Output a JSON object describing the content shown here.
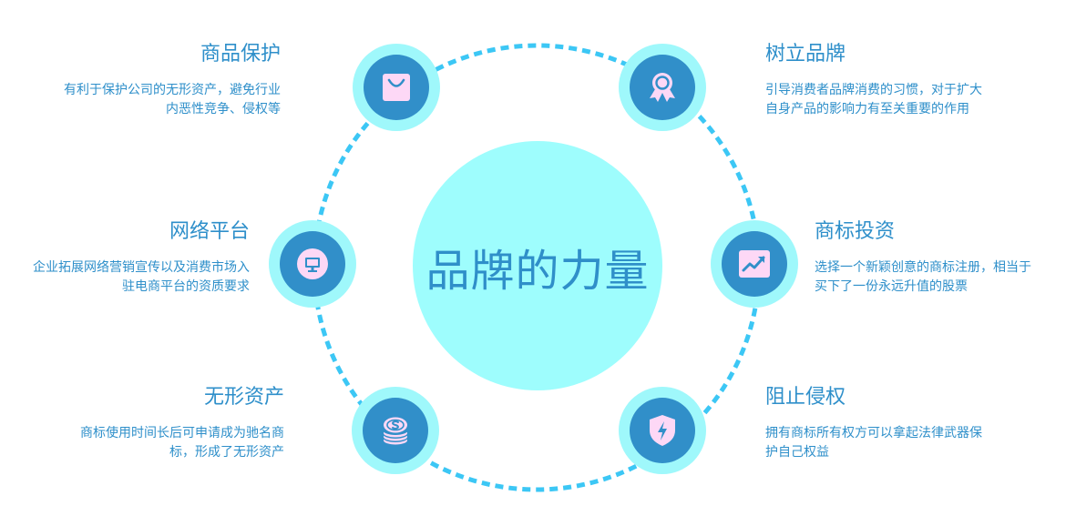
{
  "center": {
    "title": "品牌的力量"
  },
  "colors": {
    "text": "#2e8fca",
    "center_fill": "#9efdfd",
    "node_outer": "#9ff8fb",
    "node_inner": "#318fc9",
    "icon_fill": "#fdd8f6",
    "dashed_ring": "#3cc7f5"
  },
  "items": [
    {
      "id": "product-protection",
      "icon": "shopping-bag-icon",
      "title": "商品保护",
      "desc_lines": [
        "有利于保护公司的无形资产，避免行业",
        "内恶性竞争、侵权等"
      ]
    },
    {
      "id": "build-brand",
      "icon": "award-ribbon-icon",
      "title": "树立品牌",
      "desc_lines": [
        "引导消费者品牌消费的习惯，对于扩大",
        "自身产品的影响力有至关重要的作用"
      ]
    },
    {
      "id": "network-platform",
      "icon": "monitor-icon",
      "title": "网络平台",
      "desc_lines": [
        "企业拓展网络营销宣传以及消费市场入",
        "驻电商平台的资质要求"
      ]
    },
    {
      "id": "trademark-investment",
      "icon": "trend-chart-icon",
      "title": "商标投资",
      "desc_lines": [
        "选择一个新颖创意的商标注册，相当于",
        "买下了一份永远升值的股票"
      ]
    },
    {
      "id": "intangible-assets",
      "icon": "coin-stack-icon",
      "title": "无形资产",
      "desc_lines": [
        "商标使用时间长后可申请成为驰名商",
        "标，形成了无形资产"
      ]
    },
    {
      "id": "stop-infringement",
      "icon": "shield-bolt-icon",
      "title": "阻止侵权",
      "desc_lines": [
        "拥有商标所有权方可以拿起法律武器保",
        "护自己权益"
      ]
    }
  ]
}
